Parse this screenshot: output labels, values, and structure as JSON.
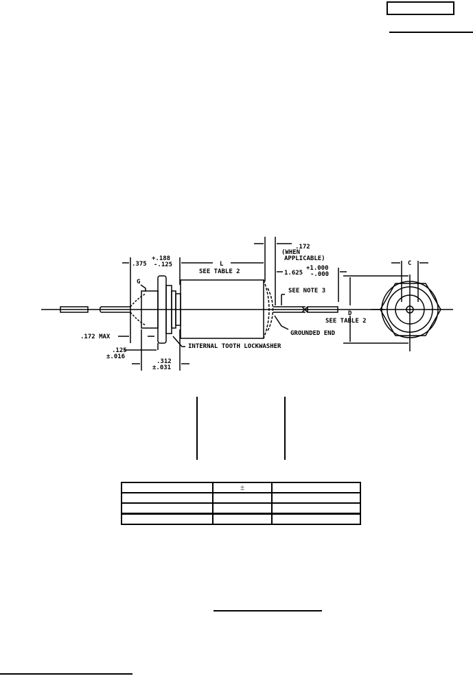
{
  "drawing": {
    "dim_172": ".172",
    "when_applicable_1": "(WHEN",
    "when_applicable_2": "APPLICABLE)",
    "dim_375": ".375",
    "dim_375_tol_plus": "+.188",
    "dim_375_tol_minus": "-.125",
    "label_L": "L",
    "see_table_2_a": "SEE TABLE 2",
    "dim_1625": "1.625",
    "dim_1625_tol_plus": "+1.000",
    "dim_1625_tol_minus": "-.000",
    "label_G": "G",
    "see_note_3": "SEE NOTE 3",
    "label_D": "D",
    "see_table_2_b": "SEE TABLE 2",
    "label_C": "C",
    "dim_172_max": ".172 MAX",
    "grounded_end": "GROUNDED END",
    "internal_tooth_lockwasher": "INTERNAL TOOTH LOCKWASHER",
    "dim_125": ".125",
    "dim_125_tol": "±.016",
    "dim_312": ".312",
    "dim_312_tol": "±.031"
  },
  "table": {
    "rows": [
      [
        "",
        "±",
        ""
      ],
      [
        "",
        "",
        ""
      ],
      [
        "",
        "",
        ""
      ],
      [
        "",
        "",
        ""
      ]
    ]
  }
}
